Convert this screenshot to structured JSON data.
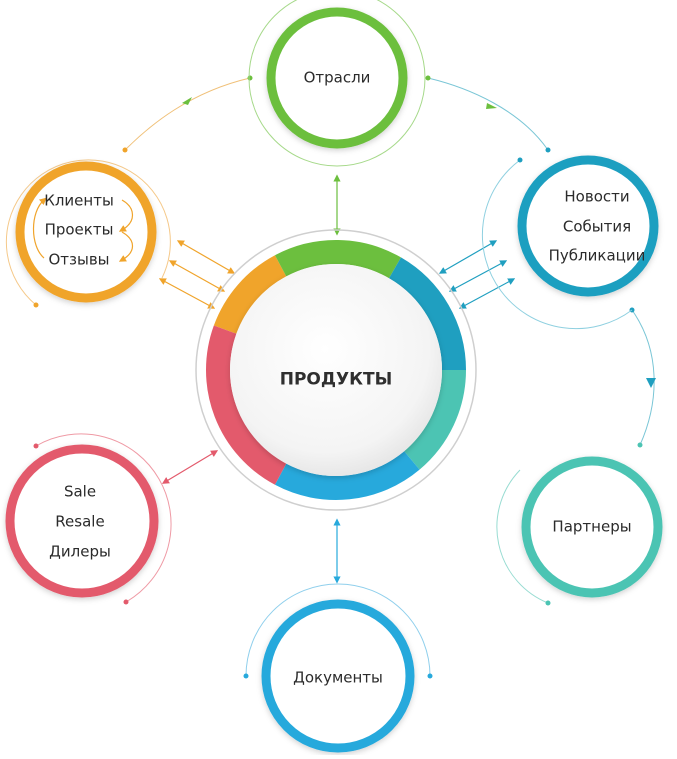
{
  "center": {
    "title": "ПРОДУКТЫ"
  },
  "nodes": {
    "otrasli": {
      "label": "Отрасли",
      "color": "#6cbf3e"
    },
    "klienty": {
      "items": [
        "Клиенты",
        "Проекты",
        "Отзывы"
      ],
      "color": "#f0a42b"
    },
    "novosti": {
      "items": [
        "Новости",
        "События",
        "Публикации"
      ],
      "color": "#1f9fc0"
    },
    "partnery": {
      "label": "Партнеры",
      "color": "#4cc4b3"
    },
    "dokumenty": {
      "label": "Документы",
      "color": "#27a9dc"
    },
    "sale": {
      "items": [
        "Sale",
        "Resale",
        "Дилеры"
      ],
      "color": "#e35a6c"
    }
  }
}
